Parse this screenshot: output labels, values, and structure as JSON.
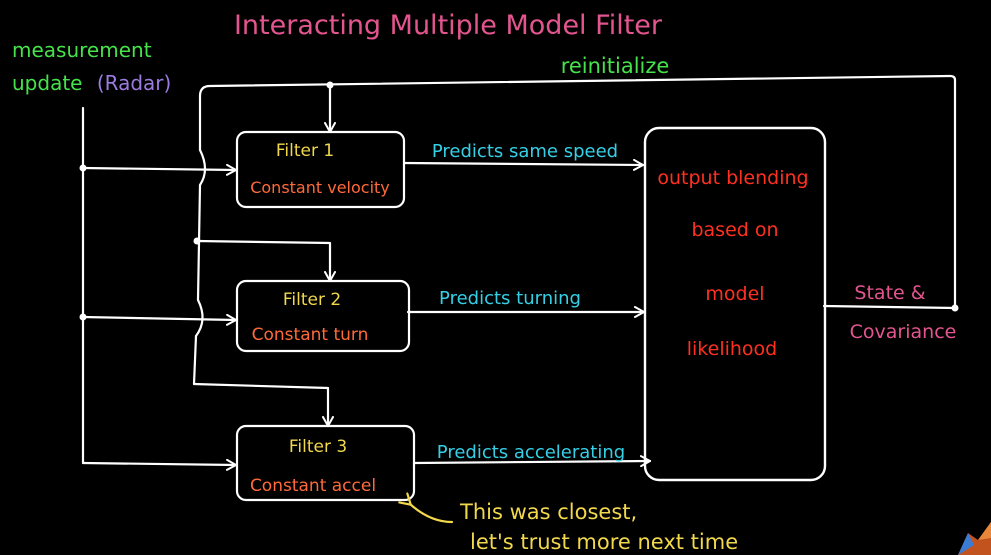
{
  "title": "Interacting Multiple Model Filter",
  "input": {
    "line1": "measurement",
    "line2_a": "update",
    "line2_b": "(Radar)"
  },
  "feedback_label": "reinitialize",
  "filters": [
    {
      "name": "Filter 1",
      "model": "Constant velocity",
      "prediction": "Predicts same speed"
    },
    {
      "name": "Filter 2",
      "model": "Constant turn",
      "prediction": "Predicts turning"
    },
    {
      "name": "Filter 3",
      "model": "Constant accel",
      "prediction": "Predicts accelerating"
    }
  ],
  "blend": {
    "lines": [
      "output blending",
      "based on",
      "model",
      "likelihood"
    ]
  },
  "output": {
    "line1": "State &",
    "line2": "Covariance"
  },
  "note": {
    "line1": "This was closest,",
    "line2": "let's trust more next time"
  },
  "colors": {
    "title": "#e3558f",
    "input": "#46e24b",
    "radar": "#9b7be0",
    "feedback": "#46e24b",
    "filter_name": "#f2d84b",
    "filter_model": "#ff6a3a",
    "prediction": "#35d0e6",
    "blend": "#ff3020",
    "output": "#e3558f",
    "note": "#f2d84b",
    "line": "#ffffff"
  },
  "logo_icon": "matlab-logo-icon"
}
